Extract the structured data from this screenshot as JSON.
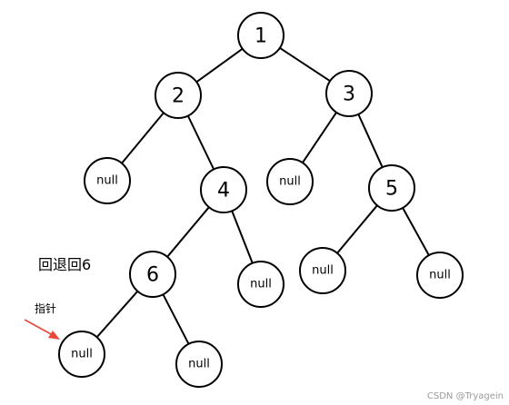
{
  "nodes": [
    {
      "id": "n1",
      "label": "1",
      "kind": "value"
    },
    {
      "id": "n2",
      "label": "2",
      "kind": "value"
    },
    {
      "id": "n3",
      "label": "3",
      "kind": "value"
    },
    {
      "id": "n2L",
      "label": "null",
      "kind": "null"
    },
    {
      "id": "n4",
      "label": "4",
      "kind": "value"
    },
    {
      "id": "n3L",
      "label": "null",
      "kind": "null"
    },
    {
      "id": "n5",
      "label": "5",
      "kind": "value"
    },
    {
      "id": "n6",
      "label": "6",
      "kind": "value"
    },
    {
      "id": "n4R",
      "label": "null",
      "kind": "null"
    },
    {
      "id": "n5L",
      "label": "null",
      "kind": "null"
    },
    {
      "id": "n5R",
      "label": "null",
      "kind": "null"
    },
    {
      "id": "n6L",
      "label": "null",
      "kind": "null"
    },
    {
      "id": "n6R",
      "label": "null",
      "kind": "null"
    }
  ],
  "edges": [
    {
      "from": "n1",
      "to": "n2"
    },
    {
      "from": "n1",
      "to": "n3"
    },
    {
      "from": "n2",
      "to": "n2L"
    },
    {
      "from": "n2",
      "to": "n4"
    },
    {
      "from": "n3",
      "to": "n3L"
    },
    {
      "from": "n3",
      "to": "n5"
    },
    {
      "from": "n4",
      "to": "n6"
    },
    {
      "from": "n4",
      "to": "n4R"
    },
    {
      "from": "n5",
      "to": "n5L"
    },
    {
      "from": "n5",
      "to": "n5R"
    },
    {
      "from": "n6",
      "to": "n6L"
    },
    {
      "from": "n6",
      "to": "n6R"
    }
  ],
  "annotations": {
    "step_note": "回退回6",
    "pointer_label": "指针",
    "pointer_target": "n6L",
    "pointer_color": "#e8493a"
  },
  "watermark": "CSDN @Tryagein"
}
